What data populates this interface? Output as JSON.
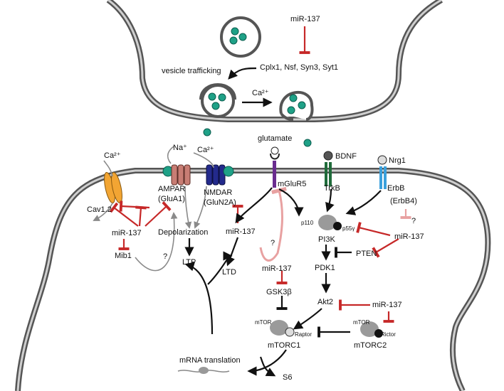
{
  "labels": {
    "mir137": "miR-137",
    "cplx": "Cplx1, Nsf, Syn3, Syt1",
    "vesicle_trafficking": "vesicle trafficking",
    "ca2": "Ca²⁺",
    "na": "Na⁺",
    "glutamate": "glutamate",
    "bdnf": "BDNF",
    "nrg1": "Nrg1",
    "trkb": "TrkB",
    "erbb": "ErbB",
    "erbb4": "(ErbB4)",
    "mglur5": "mGluR5",
    "ampar": "AMPAR",
    "glua1": "(GluA1)",
    "nmdar": "NMDAR",
    "glun2a": "(GluN2A)",
    "cav12": "Cav1.2",
    "mib1": "Mib1",
    "depolarization": "Depolarization",
    "ltp": "LTP",
    "ltd": "LTD",
    "question": "?",
    "p110": "p110",
    "p55": "p55γ",
    "pi3k": "PI3K",
    "pten": "PTEN",
    "pdk1": "PDK1",
    "akt2": "Akt2",
    "gsk3b": "GSK3β",
    "mtor": "mTOR",
    "raptor": "Raptor",
    "rictor": "Rictor",
    "mtorc1": "mTORC1",
    "mtorc2": "mTORC2",
    "mrna_translation": "mRNA translation",
    "s6": "S6"
  },
  "colors": {
    "inhibition": "#c62828",
    "inhibition_light": "#e8a1a1",
    "activation": "#111111",
    "vesicle_dot": "#1fa187",
    "ampar": "#c87d74",
    "nmdar": "#232a8c",
    "cav": "#f2a533",
    "mglur5": "#6a2c8f",
    "trkb": "#1f6b3a",
    "erbb": "#3aa0dc"
  }
}
